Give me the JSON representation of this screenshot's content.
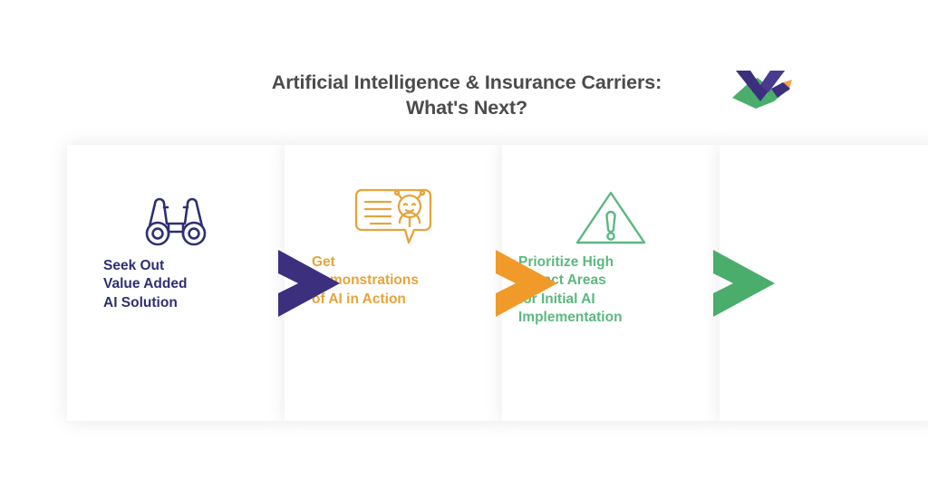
{
  "header": {
    "title_line_1": "Artificial Intelligence & Insurance Carriers:",
    "title_line_2": "What's Next?",
    "title_color": "#4b4b4d"
  },
  "brand": {
    "logo_name": "company-logo-mark",
    "logo_purple": "#3b2f7e",
    "logo_green": "#4aad6b",
    "logo_orange": "#f09a2a"
  },
  "colors": {
    "purple": "#3b2f7e",
    "orange": "#f09a2a",
    "green": "#4aad6b",
    "text_purple": "#2f2f72",
    "text_orange": "#e5a43c",
    "text_green": "#5cb87f",
    "card_background": "#ffffff",
    "page_background": "#ffffff"
  },
  "steps": [
    {
      "icon": "binoculars-icon",
      "accent": "#2f2f72",
      "label_lines": [
        "Seek Out",
        "Value Added",
        "AI Solution"
      ]
    },
    {
      "icon": "chat-bubble-robot-icon",
      "accent": "#e5a43c",
      "label_lines": [
        "Get",
        "Demonstrations",
        "of AI in Action"
      ]
    },
    {
      "icon": "warning-triangle-icon",
      "accent": "#5cb87f",
      "label_lines": [
        "Prioritize High",
        "Impact Areas",
        "for Initial AI",
        "Implementation"
      ]
    }
  ],
  "arrows": [
    {
      "name": "chevron-arrow-purple",
      "color": "#3b2f7e"
    },
    {
      "name": "chevron-arrow-orange",
      "color": "#f09a2a"
    },
    {
      "name": "chevron-arrow-green",
      "color": "#4aad6b"
    }
  ]
}
